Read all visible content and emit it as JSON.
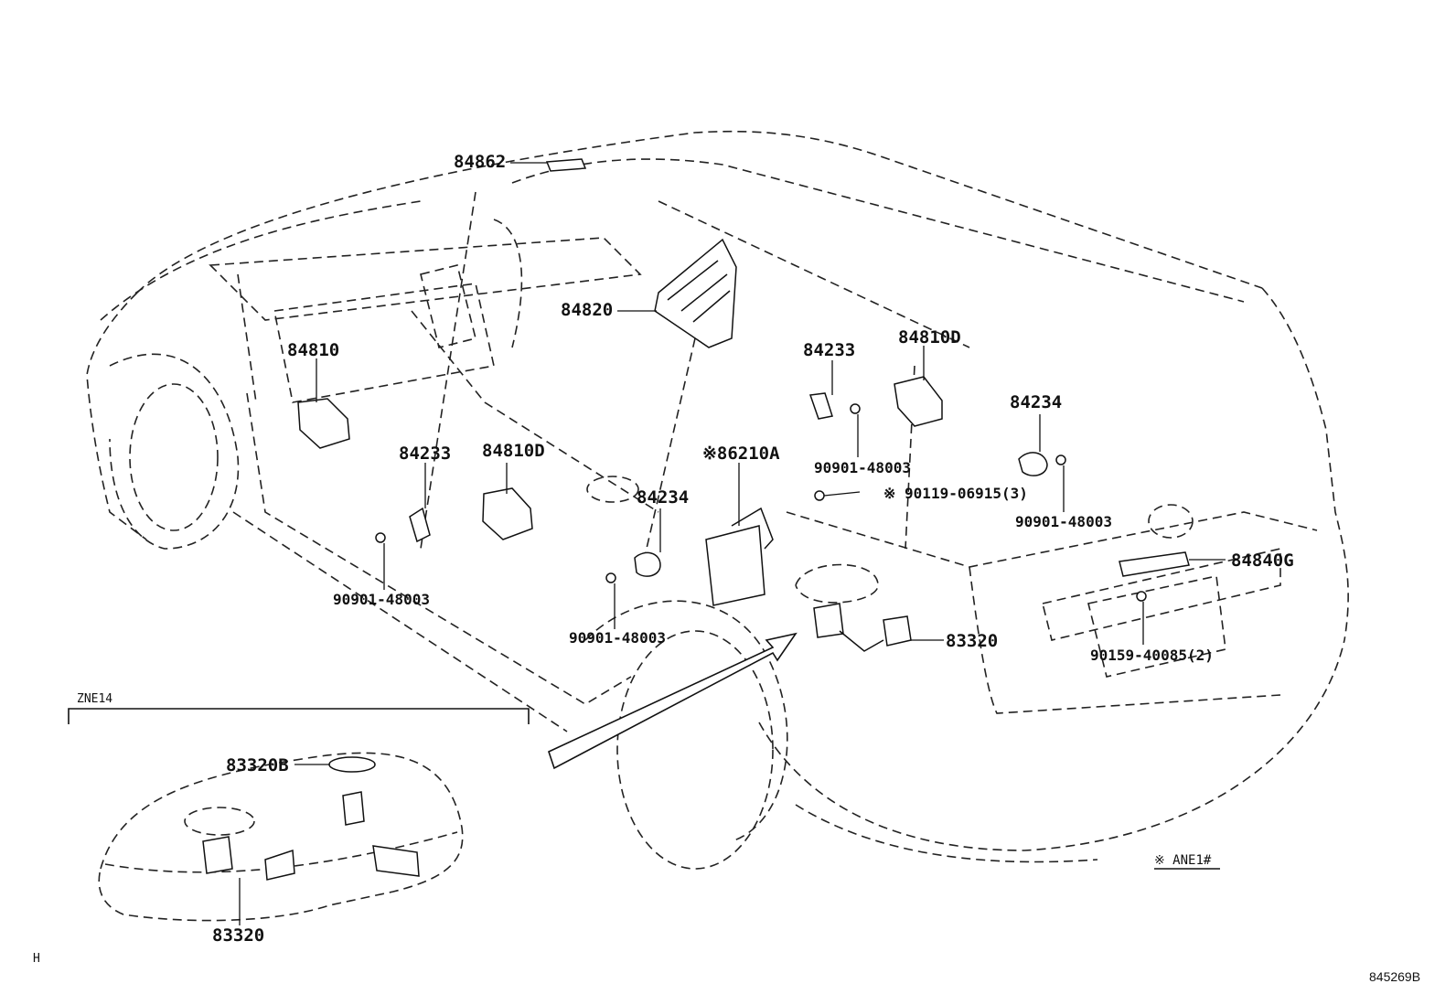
{
  "diagram_id": "845269B",
  "corner_mark": "H",
  "inset": {
    "title": "ZNE14"
  },
  "note": "※ ANE1#",
  "labels": {
    "p84862": "84862",
    "p84820": "84820",
    "p84810": "84810",
    "p84810d_front": "84810D",
    "p84810d_rear": "84810D",
    "p84233_left": "84233",
    "p84233_right": "84233",
    "p84234_center": "84234",
    "p84234_right": "84234",
    "p86210a": "※86210A",
    "b90901_left": "90901-48003",
    "b90901_center": "90901-48003",
    "b90901_upper": "90901-48003",
    "b90901_right": "90901-48003",
    "b90119": "※ 90119-06915(3)",
    "b90159": "90159-40085(2)",
    "p84840g": "84840G",
    "p83320_main": "83320",
    "p83320b": "83320B",
    "p83320_inset": "83320"
  },
  "colors": {
    "ink": "#111111",
    "paper": "#ffffff"
  }
}
